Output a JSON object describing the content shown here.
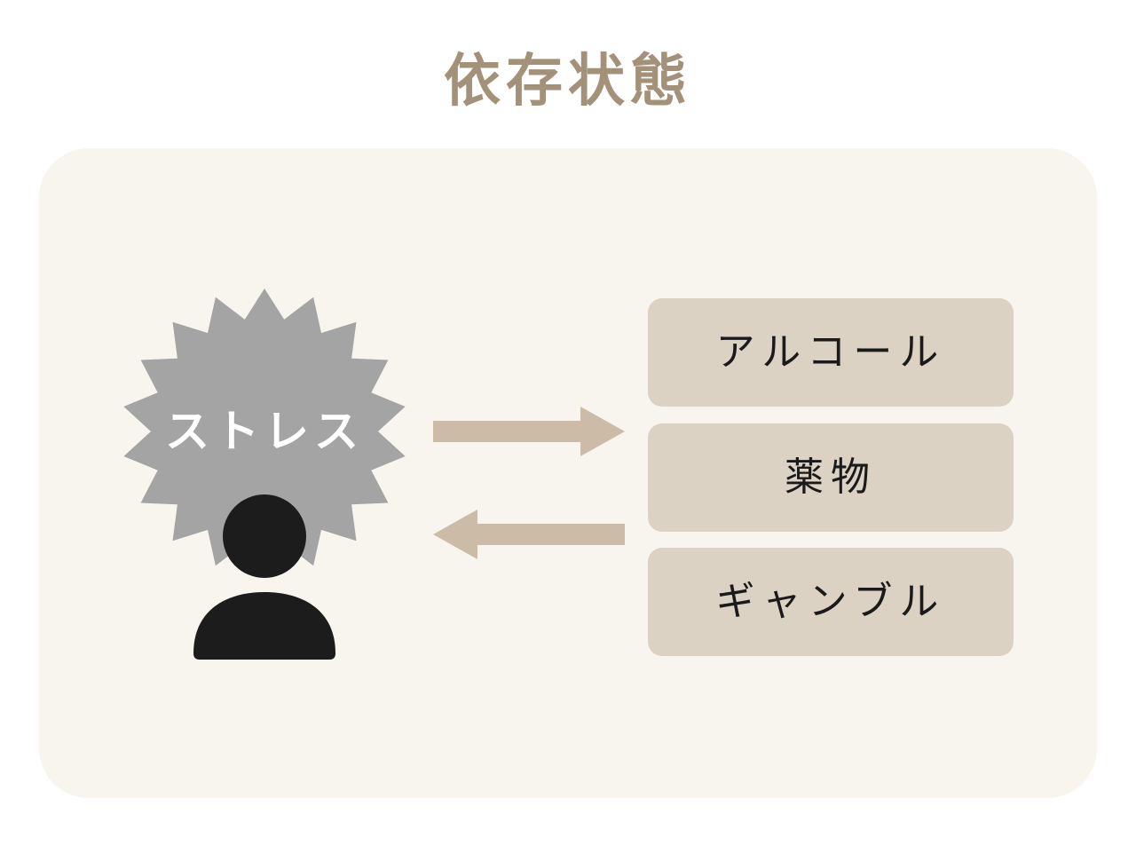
{
  "title": "依存状態",
  "stress": {
    "label": "ストレス",
    "icon": "stress-burst-icon"
  },
  "person": {
    "icon": "person-icon"
  },
  "arrows": {
    "to_options": "arrow-right-icon",
    "to_person": "arrow-left-icon"
  },
  "options": [
    {
      "label": "アルコール"
    },
    {
      "label": "薬物"
    },
    {
      "label": "ギャンブル"
    }
  ],
  "colors": {
    "title": "#a39279",
    "panel_background": "#f8f4ee",
    "burst": "#a4a4a4",
    "person": "#1c1c1c",
    "arrow": "#cbbba7",
    "option_background": "#dbd2c3",
    "option_text": "#1a1a1a"
  }
}
